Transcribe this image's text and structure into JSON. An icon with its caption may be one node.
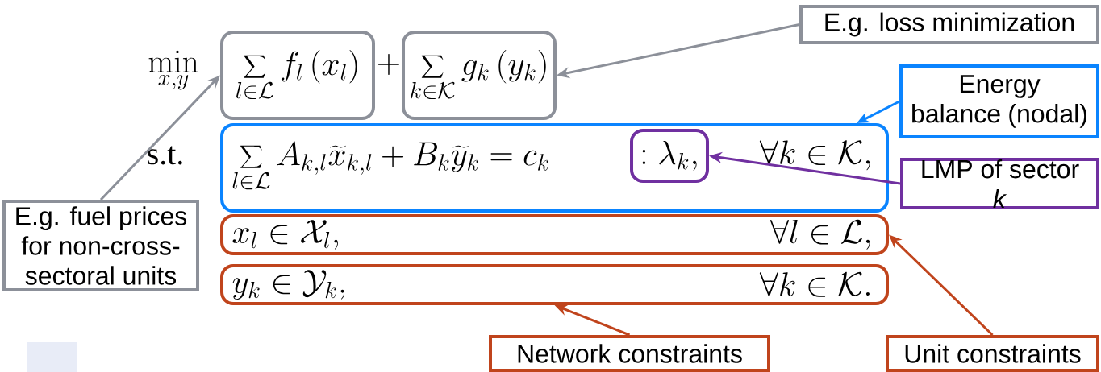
{
  "diagram": {
    "nodes": [
      {
        "text": [
          "\\sum_{l\\in\\mathcal{L}} f_l\\left(x_l\\right)"
        ]
      },
      {
        "text": [
          "\\sum_{k\\in\\mathcal{K}} g_k\\left(y_k\\right)"
        ]
      },
      {
        "text": [
          "\\sum_{l\\in\\mathcal{L}} A_{k,l}\\widetilde{x}_{k,l} + B_k\\widetilde{y}_k = c_k",
          "\\forall k \\in \\mathcal{K},"
        ]
      },
      {
        "text": [
          ":\\lambda_k,"
        ],
        "in": 2
      },
      {
        "text": [
          "x_l \\in \\mathcal{X}_l,",
          "\\forall l \\in \\mathcal{L},"
        ]
      },
      {
        "text": [
          "y_k \\in \\mathcal{Y}_k,",
          "\\forall k \\in \\mathcal{K}."
        ]
      },
      {
        "text": [
          "E.g. loss minimization"
        ]
      },
      {
        "text": [
          "Energy balance (nodal)"
        ]
      },
      {
        "text": [
          "LMP of sector *k*"
        ]
      },
      {
        "text": [
          "E.g. fuel prices for non-cross-sectoral units"
        ]
      },
      {
        "text": [
          "Network constraints"
        ]
      },
      {
        "text": [
          "Unit constraints"
        ]
      }
    ],
    "edges": [
      {
        "from": 6,
        "to": 1,
        "arrow": "to",
        "color": "#8c9099"
      },
      {
        "from": 9,
        "to": 0,
        "arrow": "to",
        "color": "#8c9099"
      },
      {
        "from": 7,
        "to": 2,
        "arrow": "to",
        "color": "#0a84ff"
      },
      {
        "from": 8,
        "to": 3,
        "arrow": "to",
        "color": "#7030a0"
      },
      {
        "from": 11,
        "to": 4,
        "arrow": "to",
        "color": "#c0441c"
      },
      {
        "from": 10,
        "to": 5,
        "arrow": "to",
        "color": "#c0441c"
      }
    ],
    "labels": [
      "\\min_{x,y}",
      "+",
      "s.t."
    ]
  }
}
